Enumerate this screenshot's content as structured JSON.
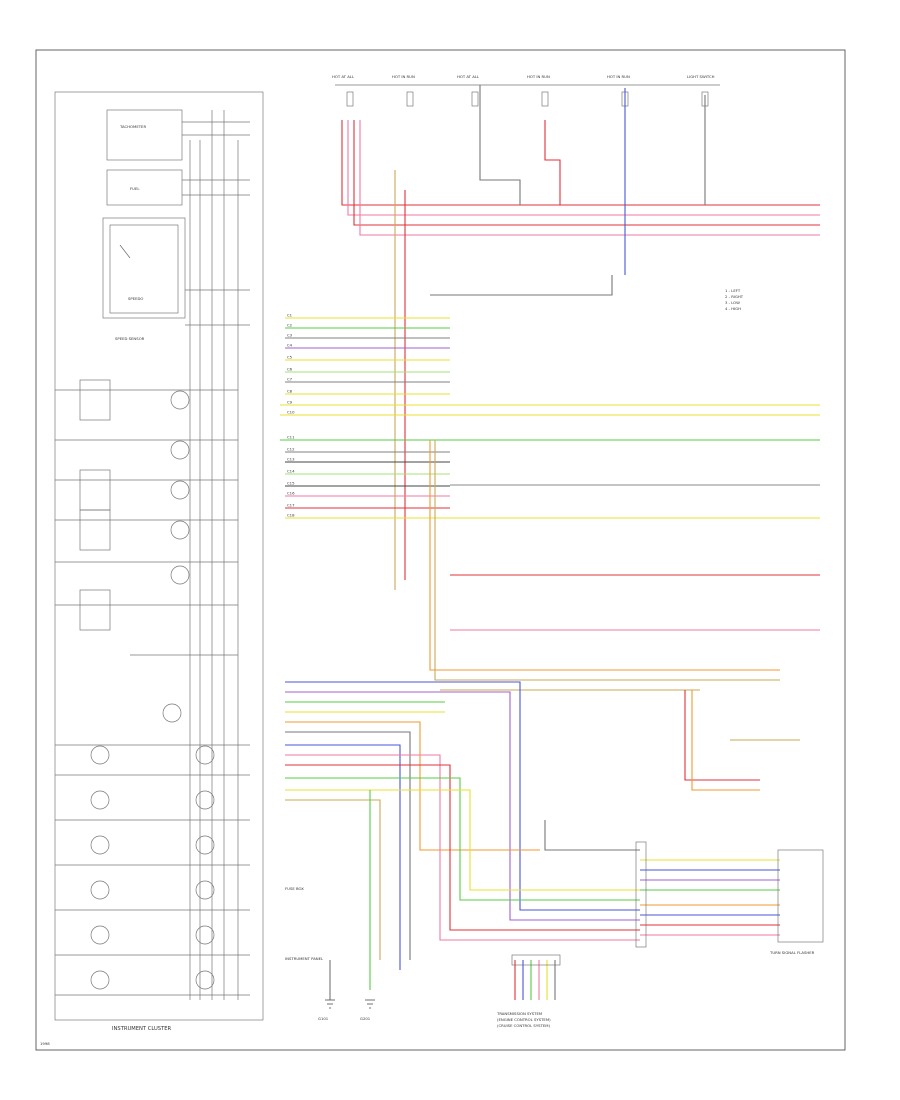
{
  "labels": {
    "cluster_title": "INSTRUMENT CLUSTER",
    "fuse_block": "FUSE BOX",
    "ground_left": "G101",
    "ground_mid": "G201",
    "tcm_label": "TRANSMISSION SYSTEM",
    "tcm_sub": "(ENGINE CONTROL SYSTEM)",
    "tcm_sub2": "(CRUISE CONTROL SYSTEM)",
    "right_conn_label": "TURN SIGNAL FLASHER",
    "left_bottom_label": "INSTRUMENT PANEL",
    "corner_id": "1998"
  },
  "colors": {
    "red": "#e0303a",
    "pink": "#f07aa0",
    "yellow": "#e8e030",
    "green": "#55cc44",
    "lightgreen": "#a6e07a",
    "orange": "#f09a30",
    "blue": "#4a55d8",
    "violet": "#a060d0",
    "gray": "#808080",
    "dark": "#444444",
    "tan": "#c8aa55"
  },
  "top_fuses": [
    {
      "label": "HOT AT ALL"
    },
    {
      "label": "HOT IN RUN"
    },
    {
      "label": "HOT AT ALL"
    },
    {
      "label": "HOT IN RUN"
    },
    {
      "label": "HOT IN RUN"
    },
    {
      "label": "LIGHT SWITCH"
    }
  ],
  "right_note": [
    "1 - LEFT",
    "2 - RIGHT",
    "3 - LOW",
    "4 - HIGH"
  ],
  "harness_rows": [
    {
      "code": "C1",
      "color": "yellow"
    },
    {
      "code": "C2",
      "color": "green"
    },
    {
      "code": "C3",
      "color": "gray"
    },
    {
      "code": "C4",
      "color": "violet"
    },
    {
      "code": "C5",
      "color": "yellow"
    },
    {
      "code": "C6",
      "color": "lightgreen"
    },
    {
      "code": "C7",
      "color": "gray"
    },
    {
      "code": "C8",
      "color": "yellow"
    },
    {
      "code": "C9",
      "color": "pink"
    },
    {
      "code": "C10",
      "color": "yellow"
    },
    {
      "code": "C11",
      "color": "green"
    },
    {
      "code": "C12",
      "color": "gray"
    },
    {
      "code": "C13",
      "color": "dark"
    },
    {
      "code": "C14",
      "color": "lightgreen"
    },
    {
      "code": "C15",
      "color": "dark"
    },
    {
      "code": "C16",
      "color": "pink"
    },
    {
      "code": "C17",
      "color": "red"
    },
    {
      "code": "C18",
      "color": "yellow"
    }
  ]
}
